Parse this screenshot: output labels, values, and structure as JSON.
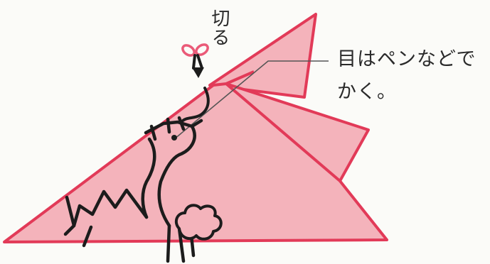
{
  "labels": {
    "cut": "切る",
    "eye_note_line1": "目はペンなどで",
    "eye_note_line2": "かく。"
  },
  "colors": {
    "paper_fill": "#f4b3bb",
    "fold_line": "#e23a58",
    "ink": "#1c1c1c",
    "scissor_mark": "#ea5a78",
    "background": "#fbfbf8"
  }
}
